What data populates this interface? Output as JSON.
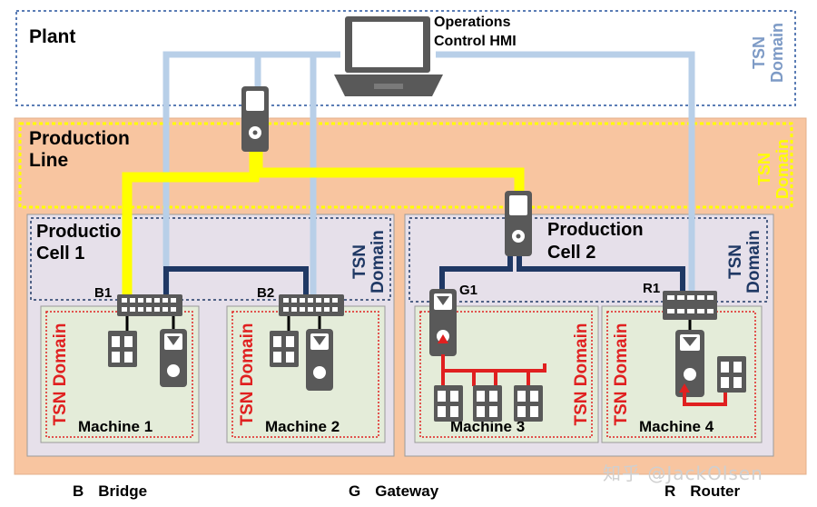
{
  "hmi": {
    "label_line1": "Operations",
    "label_line2": "Control HMI"
  },
  "plant": {
    "label": "Plant",
    "domain_line1": "TSN",
    "domain_line2": "Domain"
  },
  "production_line": {
    "label_line1": "Production",
    "label_line2": "Line",
    "domain_line1": "TSN",
    "domain_line2": "Domain"
  },
  "cell1": {
    "label_line1": "Production",
    "label_line2": "Cell 1",
    "domain_line1": "TSN",
    "domain_line2": "Domain"
  },
  "cell2": {
    "label_line1": "Production",
    "label_line2": "Cell 2",
    "domain_line1": "TSN",
    "domain_line2": "Domain"
  },
  "nodes": {
    "b1": "B1",
    "b2": "B2",
    "g1": "G1",
    "r1": "R1"
  },
  "machines": [
    {
      "label": "Machine 1",
      "domain": "TSN Domain"
    },
    {
      "label": "Machine 2",
      "domain": "TSN Domain"
    },
    {
      "label": "Machine 3",
      "domain": "TSN Domain"
    },
    {
      "label": "Machine 4",
      "domain": "TSN Domain"
    }
  ],
  "legend": [
    {
      "key": "B",
      "text": "Bridge"
    },
    {
      "key": "G",
      "text": "Gateway"
    },
    {
      "key": "R",
      "text": "Router"
    }
  ],
  "watermark": "知乎 @JackOlsen",
  "colors": {
    "plant_border": "#4a6fa5",
    "production_line_fill": "#f8c5a0",
    "tsn_line_yellow": "#ffff00",
    "link_light_blue": "#b8cfe8",
    "link_dark_navy": "#1f3864",
    "machine_domain_red": "#e02020",
    "cell_fill": "#e6e0ea",
    "machine_fill": "#e4ecd9",
    "device_gray": "#595959"
  }
}
